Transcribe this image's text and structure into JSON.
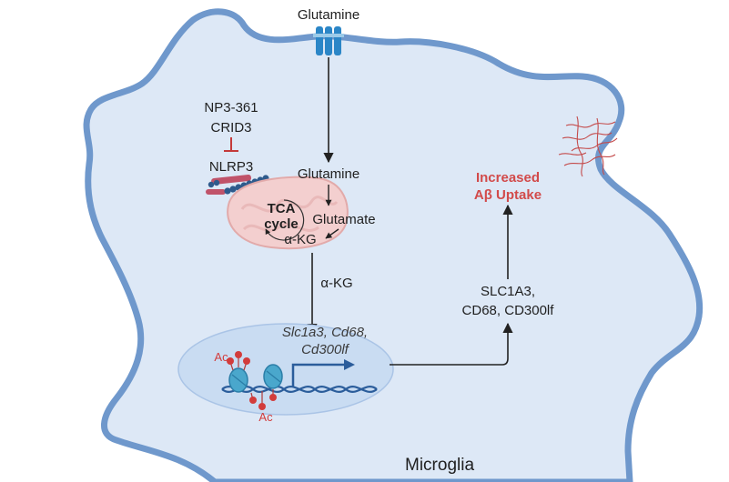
{
  "colors": {
    "cell_fill": "#dde8f6",
    "cell_stroke": "#6f98cc",
    "nucleus_fill": "#c9dcf2",
    "mito_fill": "#f3cfcf",
    "dna": "#2b5d9b",
    "accent_red": "#d24a4a",
    "arrow": "#222222"
  },
  "labels": {
    "glutamine_top": "Glutamine",
    "inhibitor_1": "NP3-361",
    "inhibitor_2": "CRID3",
    "nlrp3": "NLRP3",
    "glutamine_inner": "Glutamine",
    "tca_1": "TCA",
    "tca_2": "cycle",
    "glutamate": "Glutamate",
    "akg_mito": "α-KG",
    "akg_cyto": "α-KG",
    "genes_1": "Slc1a3, Cd68,",
    "genes_2": "Cd300lf",
    "ac_top": "Ac",
    "ac_bottom": "Ac",
    "proteins_1": "SLC1A3,",
    "proteins_2": "CD68, CD300lf",
    "outcome_1": "Increased",
    "outcome_2": "Aβ Uptake",
    "cell_name": "Microglia"
  },
  "icons": {
    "transporter": "glutamine-transporter-icon",
    "inflammasome": "nlrp3-inflammasome-icon",
    "mitochondrion": "mitochondrion-icon",
    "amyloid": "amyloid-beta-fibrils-icon",
    "chromatin": "nucleosome-dna-icon"
  }
}
